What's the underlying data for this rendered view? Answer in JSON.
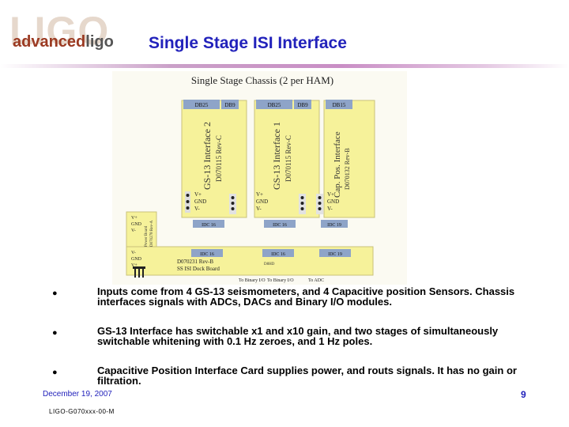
{
  "logo": {
    "ghost": "LIGO",
    "part1": "advanced",
    "part2": "ligo"
  },
  "slide": {
    "title": "Single Stage ISI Interface",
    "page_number": "9"
  },
  "figure": {
    "heading": "Single Stage Chassis (2 per HAM)",
    "cards": [
      {
        "name": "GS-13 Interface 2",
        "rev": "D070115 Rev-C",
        "conn1": "DB25",
        "conn2": "DB9",
        "idc": "IDC 16"
      },
      {
        "name": "GS-13 Interface 1",
        "rev": "D070115 Rev-C",
        "conn1": "DB25",
        "conn2": "DB9",
        "idc": "IDC 16"
      },
      {
        "name": "Cap. Pos. Interface",
        "rev": "D070132 Rev-B",
        "conn1": "DB15",
        "conn2": "",
        "idc": "IDC 19"
      }
    ],
    "power_labels": [
      "V+",
      "GND",
      "V-"
    ],
    "power_board": {
      "labels": [
        "V+",
        "GND",
        "V-"
      ],
      "name": "Power Board",
      "rev": "D070278 Rev-A"
    },
    "vminus_labels": [
      "V-",
      "GND",
      "V+"
    ],
    "dock_board": {
      "label1": "D070231 Rev-B",
      "label2": "SS ISI Dock Board",
      "idc": [
        "IDC 16",
        "IDC 16",
        "IDC 19"
      ],
      "idc_note": "D8HD"
    },
    "bottom_labels": [
      "To Binary I/O",
      "To Binary I/O",
      "To ADC"
    ]
  },
  "bullets": [
    "Inputs come from 4 GS-13 seismometers, and 4 Capacitive position Sensors. Chassis interfaces signals with ADCs, DACs and Binary I/O modules.",
    "GS-13 Interface has switchable x1 and x10 gain, and two stages of simultaneously switchable whitening with 0.1 Hz zeroes, and 1 Hz poles.",
    "Capacitive Position Interface Card supplies power, and routs signals.  It has no gain or filtration."
  ],
  "footer": {
    "date": "December 19, 2007",
    "doc": "LIGO-G070xxx-00-M"
  },
  "colors": {
    "title": "#2222bb",
    "board": "#f6f29a",
    "board_border": "#c9c27a",
    "logo": "#9b3a22"
  }
}
